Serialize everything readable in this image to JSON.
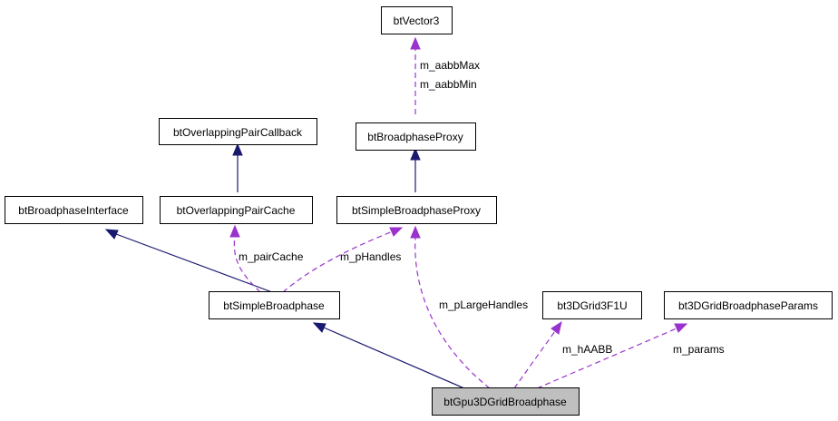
{
  "nodes": {
    "bt_vector3": "btVector3",
    "bt_overlapping_pair_callback": "btOverlappingPairCallback",
    "bt_broadphase_proxy": "btBroadphaseProxy",
    "bt_broadphase_interface": "btBroadphaseInterface",
    "bt_overlapping_pair_cache": "btOverlappingPairCache",
    "bt_simple_broadphase_proxy": "btSimpleBroadphaseProxy",
    "bt_simple_broadphase": "btSimpleBroadphase",
    "bt3d_grid3f1u": "bt3DGrid3F1U",
    "bt3d_grid_broadphase_params": "bt3DGridBroadphaseParams",
    "bt_gpu3d_grid_broadphase": "btGpu3DGridBroadphase"
  },
  "edge_labels": {
    "aabb_max": "m_aabbMax",
    "aabb_min": "m_aabbMin",
    "pair_cache": "m_pairCache",
    "p_handles": "m_pHandles",
    "p_large_handles": "m_pLargeHandles",
    "h_aabb": "m_hAABB",
    "params": "m_params"
  },
  "colors": {
    "inheritance": "#191970",
    "usage": "#9a32cd",
    "focus_fill": "#bfbfbf"
  }
}
